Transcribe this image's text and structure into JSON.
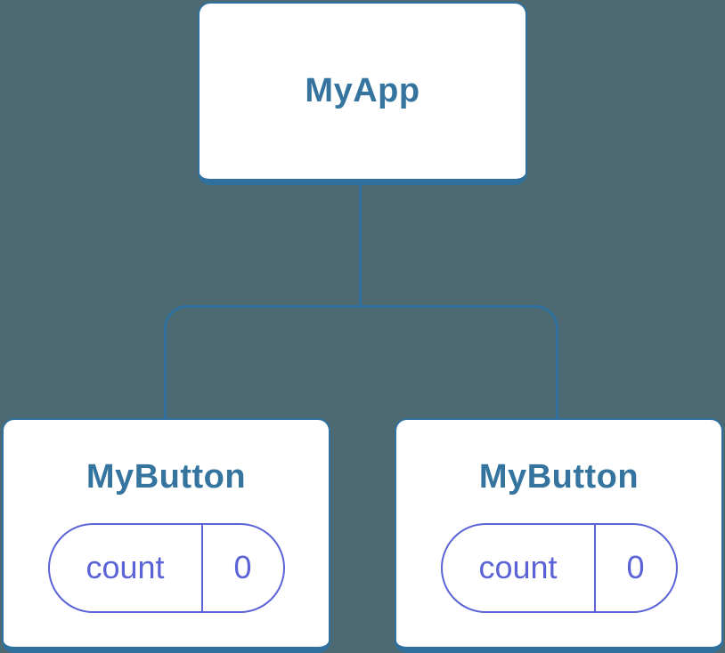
{
  "colors": {
    "background": "#4D6A72",
    "connector": "#2F709F",
    "node_border": "#2F709F",
    "node_fill": "#FFFFFF",
    "node_label": "#35749E",
    "state": "#5B63D7"
  },
  "diagram": {
    "root": {
      "label": "MyApp"
    },
    "children": [
      {
        "label": "MyButton",
        "state": {
          "name": "count",
          "value": "0"
        }
      },
      {
        "label": "MyButton",
        "state": {
          "name": "count",
          "value": "0"
        }
      }
    ]
  }
}
